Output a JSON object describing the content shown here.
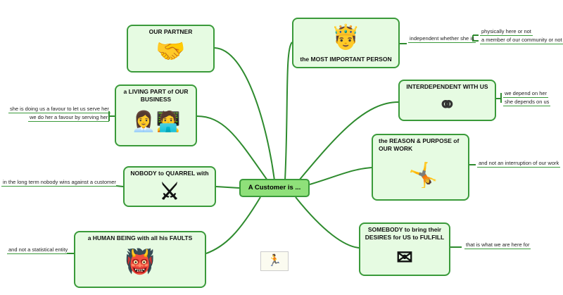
{
  "center": {
    "label": "A Customer is ..."
  },
  "branches": [
    {
      "title": "OUR PARTNER",
      "icon": "handshake-icon",
      "notes": []
    },
    {
      "title": "a LIVING PART of OUR BUSINESS",
      "icon": "office-people-icon",
      "notes": [
        "she is doing us a favour to let us serve her",
        "we do her a favour by serving her"
      ]
    },
    {
      "title": "NOBODY to QUARREL with",
      "icon": "crossed-swords-icon",
      "notes": [
        "in the long term nobody wins against a customer"
      ]
    },
    {
      "title": "a HUMAN BEING with all his FAULTS",
      "icon": "devil-icon",
      "notes": [
        "and not a statistical entity"
      ]
    },
    {
      "title": "the MOST IMPORTANT PERSON",
      "icon": "king-icon",
      "notes": [
        "independent whether she is",
        "physically here or not",
        "a member of our community or not"
      ]
    },
    {
      "title": "INTERDEPENDENT WITH US",
      "icon": "rings-icon",
      "notes": [
        "we depend on her",
        "she depends on us"
      ]
    },
    {
      "title": "the REASON & PURPOSE of OUR WORK",
      "icon": "headstand-icon",
      "notes": [
        "and not an interruption of our work"
      ]
    },
    {
      "title": "SOMEBODY to bring their DESIRES for US to FULFILL",
      "icon": "winged-letter-icon",
      "notes": [
        "that is what we are here for"
      ]
    }
  ]
}
